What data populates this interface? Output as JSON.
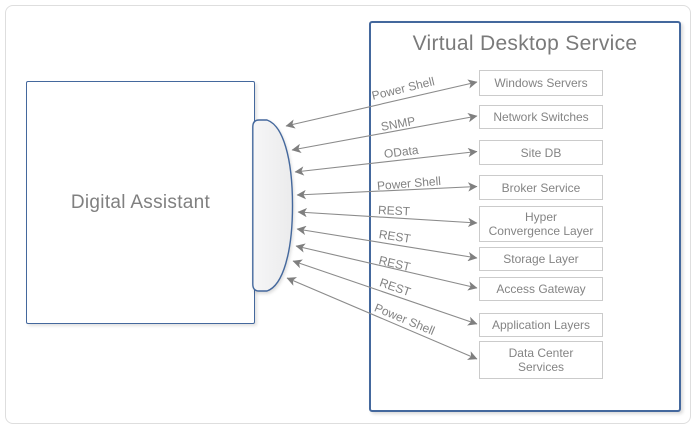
{
  "diagram": {
    "source": {
      "label": "Digital Assistant"
    },
    "service": {
      "title": "Virtual Desktop Service"
    },
    "connections": [
      {
        "protocol": "Power Shell",
        "target": "Windows Servers",
        "target_lines": [
          "Windows Servers"
        ]
      },
      {
        "protocol": "SNMP",
        "target": "Network Switches",
        "target_lines": [
          "Network Switches"
        ]
      },
      {
        "protocol": "OData",
        "target": "Site DB",
        "target_lines": [
          "Site DB"
        ]
      },
      {
        "protocol": "Power Shell",
        "target": "Broker Service",
        "target_lines": [
          "Broker Service"
        ]
      },
      {
        "protocol": "REST",
        "target": "Hyper Convergence Layer",
        "target_lines": [
          "Hyper",
          "Convergence Layer"
        ]
      },
      {
        "protocol": "REST",
        "target": "Storage Layer",
        "target_lines": [
          "Storage Layer"
        ]
      },
      {
        "protocol": "REST",
        "target": "Access Gateway",
        "target_lines": [
          "Access Gateway"
        ]
      },
      {
        "protocol": "REST",
        "target": "Application Layers",
        "target_lines": [
          "Application Layers"
        ]
      },
      {
        "protocol": "Power Shell",
        "target": "Data Center Services",
        "target_lines": [
          "Data Center",
          "Services"
        ]
      }
    ],
    "colors": {
      "accent_blue_border": "#44689d",
      "inner_box_border": "#cbcbcb",
      "text_gray": "#808080",
      "arrow_gray": "#8b8b8b",
      "connector_fill": "#f0f0f1",
      "frame_gray": "#dedede"
    }
  }
}
